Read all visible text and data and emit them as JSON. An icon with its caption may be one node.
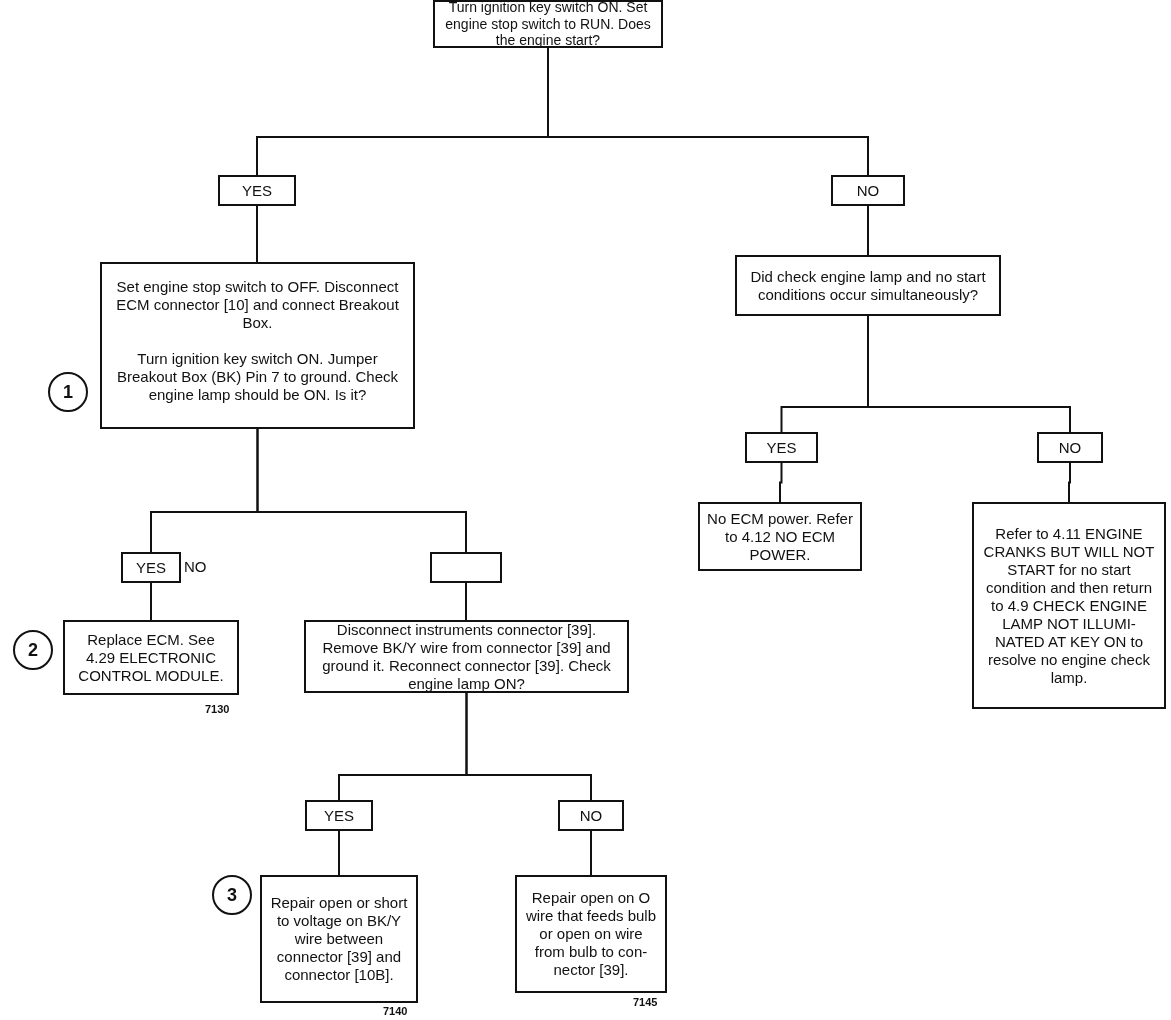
{
  "diagram": {
    "nodes": [
      {
        "text": [
          "Turn ignition key switch ON. Set engine stop switch to RUN. Does the engine start?"
        ]
      },
      {
        "text": [
          "YES"
        ]
      },
      {
        "text": [
          "NO"
        ]
      },
      {
        "text": [
          "Set engine stop switch to OFF. Disconnect ECM connector [10] and connect Breakout Box.",
          "Turn ignition key switch ON. Jumper Breakout Box (BK) Pin 7 to ground. Check engine lamp should be ON. Is it?"
        ]
      },
      {
        "text": [
          "Did check engine lamp and no start conditions occur simultaneously?"
        ]
      },
      {
        "text": [
          "YES"
        ]
      },
      {
        "text": [
          "NO"
        ]
      },
      {
        "text": [
          "No ECM power. Refer to 4.12 NO ECM POWER."
        ]
      },
      {
        "text": [
          "Refer to 4.11 ENGINE CRANKS BUT WILL NOT START for no start condition and then return to 4.9 CHECK ENGINE LAMP NOT ILLUMI-NATED AT KEY ON to resolve no engine check lamp."
        ]
      },
      {
        "text": [
          "YES"
        ]
      },
      {
        "text": [],
        "shape": "box"
      },
      {
        "text": [
          "Replace ECM. See 4.29 ELECTRONIC CONTROL MODULE."
        ],
        "beside": [
          "7130"
        ]
      },
      {
        "text": [
          "Disconnect instruments connector [39]. Remove BK/Y wire from connector [39] and ground it. Reconnect connector [39]. Check engine lamp ON?"
        ]
      },
      {
        "text": [
          "YES"
        ]
      },
      {
        "text": [
          "NO"
        ]
      },
      {
        "text": [
          "Repair open or short to voltage on BK/Y wire between connector [39] and connector [10B]."
        ],
        "beside": [
          "7140"
        ]
      },
      {
        "text": [
          "Repair open on O wire that feeds bulb or open on wire from bulb to con-nector [39]."
        ],
        "beside": [
          "7145"
        ]
      }
    ],
    "edges": [
      {
        "from": 0,
        "to": 1,
        "arrow": "none"
      },
      {
        "from": 0,
        "to": 2,
        "arrow": "none"
      },
      {
        "from": 1,
        "to": 3,
        "arrow": "none"
      },
      {
        "from": 2,
        "to": 4,
        "arrow": "none"
      },
      {
        "from": 4,
        "to": 5,
        "arrow": "none"
      },
      {
        "from": 4,
        "to": 6,
        "arrow": "none"
      },
      {
        "from": 5,
        "to": 7,
        "arrow": "none"
      },
      {
        "from": 6,
        "to": 8,
        "arrow": "none"
      },
      {
        "from": 3,
        "to": 9,
        "arrow": "none"
      },
      {
        "from": 3,
        "to": 10,
        "arrow": "none"
      },
      {
        "from": 9,
        "to": 11,
        "arrow": "none"
      },
      {
        "from": 10,
        "to": 12,
        "arrow": "none"
      },
      {
        "from": 12,
        "to": 13,
        "arrow": "none"
      },
      {
        "from": 12,
        "to": 14,
        "arrow": "none"
      },
      {
        "from": 13,
        "to": 15,
        "arrow": "none"
      },
      {
        "from": 14,
        "to": 16,
        "arrow": "none"
      }
    ],
    "labels": [
      "1",
      "NO",
      "2",
      "3"
    ]
  }
}
